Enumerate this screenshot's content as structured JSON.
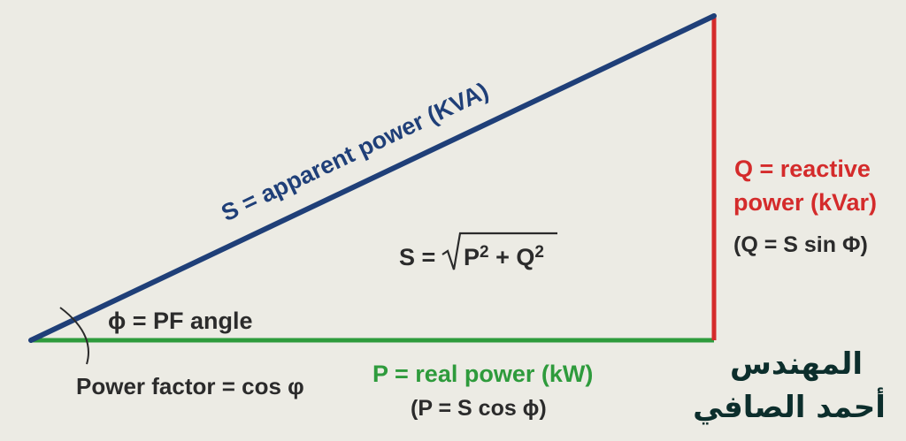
{
  "diagram": {
    "hypotenuse_label": "S = apparent power (KVA)",
    "formula": {
      "lhs": "S =",
      "radicand_parts": [
        "P",
        "2",
        " + Q",
        "2"
      ]
    },
    "reactive_label_line1": "Q = reactive",
    "reactive_label_line2": "power (kVar)",
    "reactive_formula": "(Q = S sin Φ)",
    "angle_label": "ϕ = PF angle",
    "power_factor_label": "Power factor = cos φ",
    "real_label": "P = real power (kW)",
    "real_formula": "(P = S cos ϕ)",
    "colors": {
      "apparent": "#1f3f78",
      "real": "#2e9b3c",
      "reactive": "#d42b2b",
      "text": "#2b2b2b",
      "background": "#ecebe4",
      "watermark": "#0c2e2c"
    }
  },
  "watermark": {
    "line1": "المهندس",
    "line2": "أحمد الصافي"
  }
}
